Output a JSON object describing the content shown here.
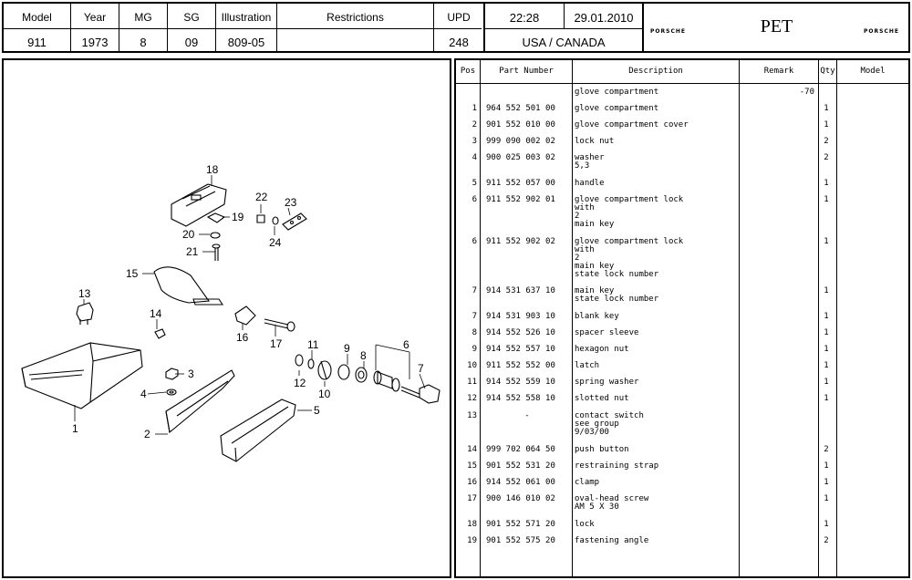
{
  "header": {
    "model": {
      "label": "Model",
      "value": "911"
    },
    "year": {
      "label": "Year",
      "value": "1973"
    },
    "mg": {
      "label": "MG",
      "value": "8"
    },
    "sg": {
      "label": "SG",
      "value": "09"
    },
    "illustration": {
      "label": "Illustration",
      "value": "809-05"
    },
    "restrictions": {
      "label": "Restrictions",
      "value": ""
    },
    "upd": {
      "label": "UPD",
      "value": "248"
    },
    "time": "22:28",
    "date": "29.01.2010",
    "region": "USA / CANADA",
    "app_name": "PET",
    "brand_logo_text": "PORSCHE"
  },
  "table": {
    "headers": {
      "pos": "Pos",
      "part": "Part Number",
      "desc": "Description",
      "remark": "Remark",
      "qty": "Qty",
      "model": "Model"
    },
    "rows": [
      {
        "pos": "",
        "part": "",
        "desc": [
          "glove compartment"
        ],
        "remark": "-70",
        "qty": ""
      },
      {
        "pos": "1",
        "part": "964 552 501 00",
        "desc": [
          "glove compartment"
        ],
        "remark": "",
        "qty": "1"
      },
      {
        "pos": "2",
        "part": "901 552 010 00",
        "desc": [
          "glove compartment cover"
        ],
        "remark": "",
        "qty": "1"
      },
      {
        "pos": "3",
        "part": "999 090 002 02",
        "desc": [
          "lock nut"
        ],
        "remark": "",
        "qty": "2"
      },
      {
        "pos": "4",
        "part": "900 025 003 02",
        "desc": [
          "washer",
          "5,3"
        ],
        "remark": "",
        "qty": "2"
      },
      {
        "pos": "5",
        "part": "911 552 057 00",
        "desc": [
          "handle"
        ],
        "remark": "",
        "qty": "1"
      },
      {
        "pos": "6",
        "part": "911 552 902 01",
        "desc": [
          "glove compartment lock",
          "with",
          "2",
          "main key"
        ],
        "remark": "",
        "qty": "1"
      },
      {
        "pos": "6",
        "part": "911 552 902 02",
        "desc": [
          "glove compartment lock",
          "with",
          "2",
          "main key",
          "state lock number"
        ],
        "remark": "",
        "qty": "1"
      },
      {
        "pos": "7",
        "part": "914 531 637 10",
        "desc": [
          "main key",
          "state lock number"
        ],
        "remark": "",
        "qty": "1"
      },
      {
        "pos": "7",
        "part": "914 531 903 10",
        "desc": [
          "blank key"
        ],
        "remark": "",
        "qty": "1"
      },
      {
        "pos": "8",
        "part": "914 552 526 10",
        "desc": [
          "spacer sleeve"
        ],
        "remark": "",
        "qty": "1"
      },
      {
        "pos": "9",
        "part": "914 552 557 10",
        "desc": [
          "hexagon nut"
        ],
        "remark": "",
        "qty": "1"
      },
      {
        "pos": "10",
        "part": "911 552 552 00",
        "desc": [
          "latch"
        ],
        "remark": "",
        "qty": "1"
      },
      {
        "pos": "11",
        "part": "914 552 559 10",
        "desc": [
          "spring washer"
        ],
        "remark": "",
        "qty": "1"
      },
      {
        "pos": "12",
        "part": "914 552 558 10",
        "desc": [
          "slotted nut"
        ],
        "remark": "",
        "qty": "1"
      },
      {
        "pos": "13",
        "part": "-",
        "desc": [
          "contact switch",
          "see group",
          "9/03/00"
        ],
        "remark": "",
        "qty": ""
      },
      {
        "pos": "14",
        "part": "999 702 064 50",
        "desc": [
          "push button"
        ],
        "remark": "",
        "qty": "2"
      },
      {
        "pos": "15",
        "part": "901 552 531 20",
        "desc": [
          "restraining strap"
        ],
        "remark": "",
        "qty": "1"
      },
      {
        "pos": "16",
        "part": "914 552 061 00",
        "desc": [
          "clamp"
        ],
        "remark": "",
        "qty": "1"
      },
      {
        "pos": "17",
        "part": "900 146 010 02",
        "desc": [
          "oval-head screw",
          "AM 5 X 30"
        ],
        "remark": "",
        "qty": "1"
      },
      {
        "pos": "18",
        "part": "901 552 571 20",
        "desc": [
          "lock"
        ],
        "remark": "",
        "qty": "1"
      },
      {
        "pos": "19",
        "part": "901 552 575 20",
        "desc": [
          "fastening angle"
        ],
        "remark": "",
        "qty": "2"
      }
    ]
  },
  "illustration": {
    "callouts": [
      "1",
      "2",
      "3",
      "4",
      "5",
      "6",
      "7",
      "8",
      "9",
      "10",
      "11",
      "12",
      "13",
      "14",
      "15",
      "16",
      "17",
      "18",
      "19",
      "20",
      "21",
      "22",
      "23",
      "24"
    ]
  }
}
